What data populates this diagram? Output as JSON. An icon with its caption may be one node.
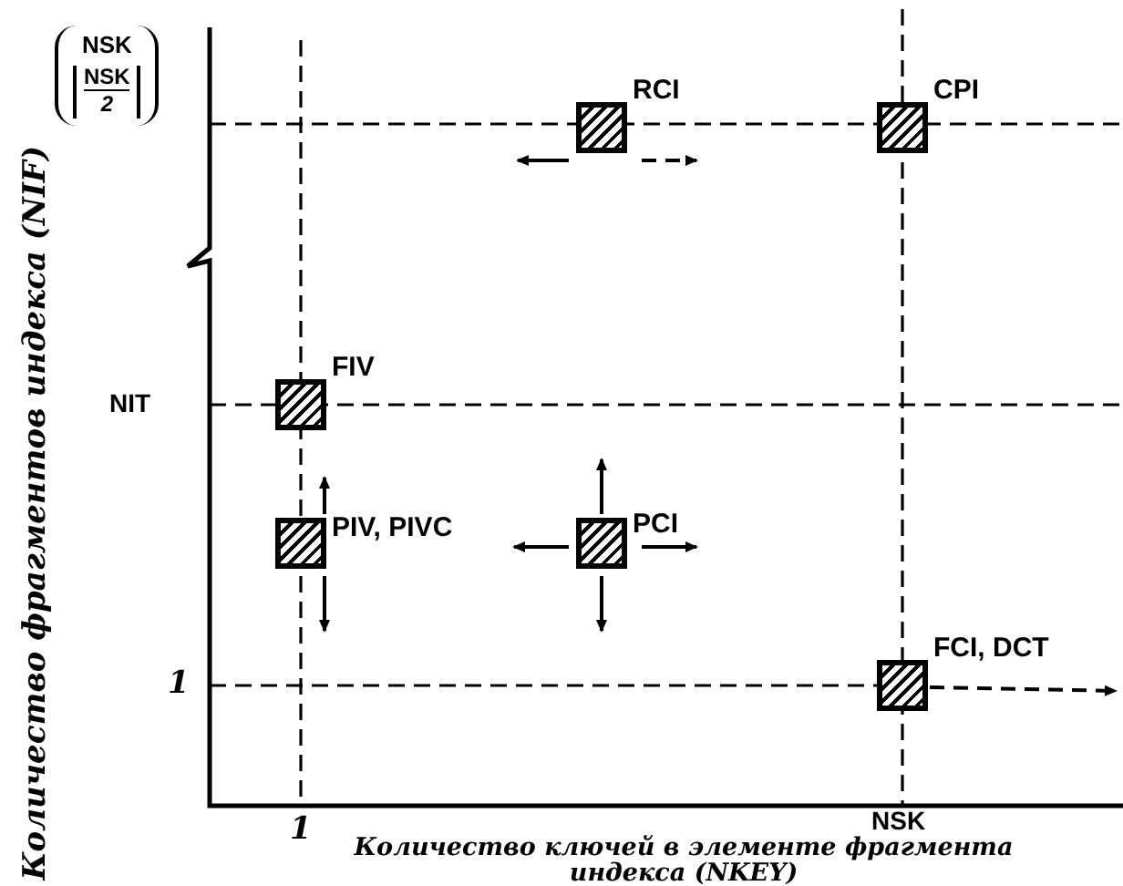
{
  "diagram": {
    "nodes": [
      {
        "text": [],
        "shape": "box",
        "beside": [
          "RCI"
        ]
      },
      {
        "text": [],
        "shape": "box",
        "beside": [
          "CPI"
        ]
      },
      {
        "text": [],
        "shape": "box",
        "beside": [
          "FIV"
        ]
      },
      {
        "text": [],
        "shape": "box",
        "beside": [
          "PIV, PIVC"
        ]
      },
      {
        "text": [],
        "shape": "box",
        "beside": [
          "PCI"
        ]
      },
      {
        "text": [],
        "shape": "box",
        "beside": [
          "FCI, DCT"
        ]
      }
    ],
    "edges": [],
    "labels": [
      "Количество фрагментов индекса (NIF)",
      "NSK",
      "NSK",
      "2",
      "NIT",
      "1",
      "1",
      "NSK",
      "Количество ключей в элементе фрагмента индекса (NKEY)"
    ]
  }
}
